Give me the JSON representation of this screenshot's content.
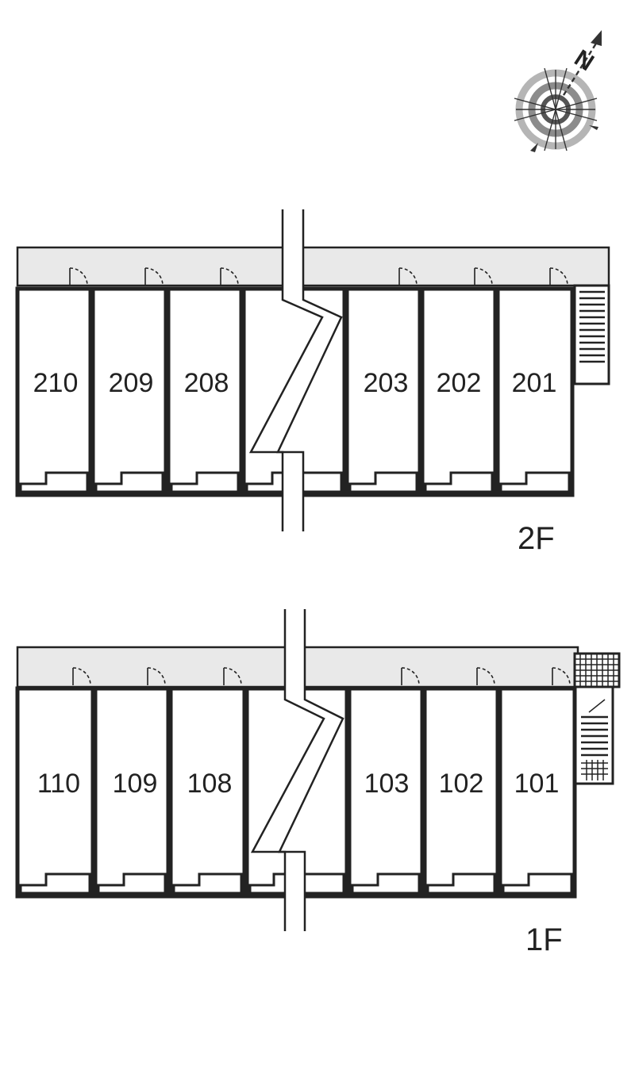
{
  "compass": {
    "north_label": "N",
    "icon": "compass-rose-icon"
  },
  "floors": [
    {
      "label": "2F",
      "units": [
        "210",
        "209",
        "208",
        "203",
        "202",
        "201"
      ]
    },
    {
      "label": "1F",
      "units": [
        "110",
        "109",
        "108",
        "103",
        "102",
        "101"
      ]
    }
  ],
  "colors": {
    "corridor": "#e9e9e9",
    "wall": "#222222",
    "background": "#ffffff"
  }
}
